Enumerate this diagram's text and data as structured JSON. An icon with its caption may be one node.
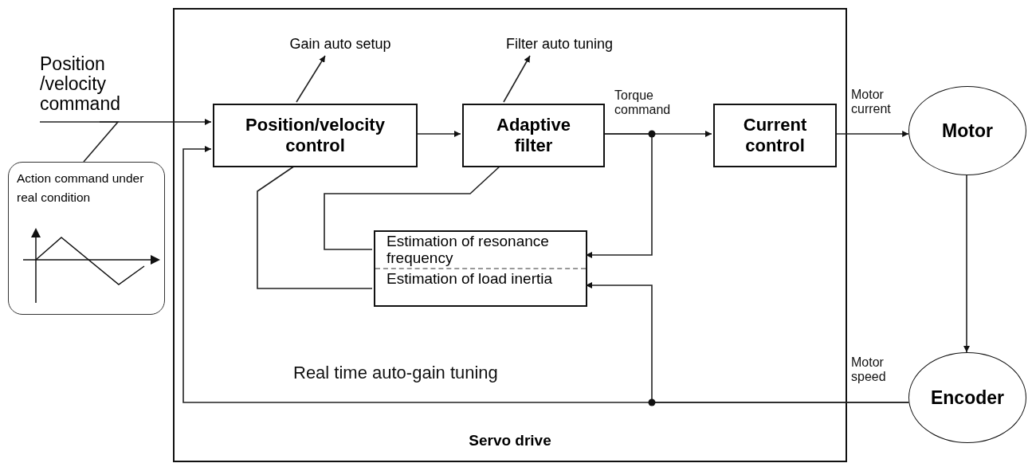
{
  "diagram": {
    "nodes": [
      {
        "text": [
          "Servo drive"
        ]
      },
      {
        "text": [
          "Position /velocity command"
        ]
      },
      {
        "text": [
          "Position/velocity control"
        ],
        "in": 0
      },
      {
        "text": [
          "Gain auto setup"
        ],
        "in": 0
      },
      {
        "text": [
          "Adaptive filter"
        ],
        "in": 0
      },
      {
        "text": [
          "Filter auto tuning"
        ],
        "in": 0
      },
      {
        "text": [
          "Current control"
        ],
        "in": 0
      },
      {
        "text": [
          "Estimation of resonance frequency",
          "Estimation of load inertia"
        ],
        "in": 0
      },
      {
        "text": [
          "Motor"
        ]
      },
      {
        "text": [
          "Encoder"
        ]
      },
      {
        "text": [
          "Action command under real condition"
        ]
      }
    ],
    "edges": [
      {
        "from": 1,
        "to": 2,
        "arrow": "to"
      },
      {
        "from": 2,
        "to": 3,
        "arrow": "to"
      },
      {
        "from": 2,
        "to": 4,
        "arrow": "to"
      },
      {
        "from": 4,
        "to": 5,
        "arrow": "to"
      },
      {
        "from": 4,
        "to": 6,
        "arrow": "to",
        "label": "Torque command"
      },
      {
        "from": 4,
        "to": 7,
        "arrow": "to"
      },
      {
        "from": 6,
        "to": 8,
        "arrow": "to",
        "label": "Motor current"
      },
      {
        "from": 8,
        "to": 9,
        "arrow": "to"
      },
      {
        "from": 9,
        "to": 2,
        "arrow": "to",
        "label": "Motor speed"
      },
      {
        "from": 9,
        "to": 7,
        "arrow": "to"
      },
      {
        "from": 7,
        "to": 2,
        "arrow": "none"
      },
      {
        "from": 7,
        "to": 4,
        "arrow": "none"
      },
      {
        "from": 10,
        "to": 1,
        "arrow": "none"
      }
    ],
    "labels": [
      "Real time auto-gain tuning"
    ]
  }
}
